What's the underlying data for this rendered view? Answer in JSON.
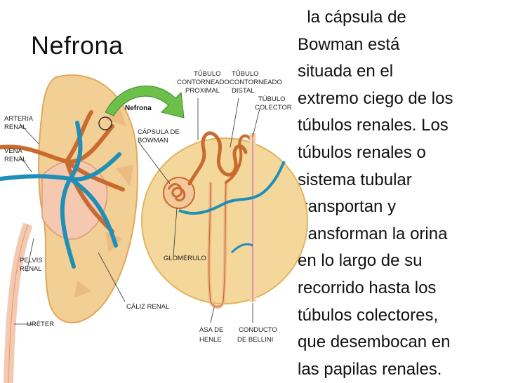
{
  "slide": {
    "title": "Nefrona",
    "body_lines": [
      "  la cápsula de",
      "Bowman está",
      "situada en el",
      "extremo ciego de los",
      "túbulos renales. Los",
      "túbulos renales o",
      "sistema tubular",
      "transportan y",
      "transforman la orina",
      "en lo largo de su",
      "recorrido hasta los",
      "túbulos colectores,",
      "que desembocan en",
      "las papilas renales."
    ]
  },
  "diagram": {
    "labels": {
      "nefrona": "Nefrona",
      "arteria_1": "ARTERIA",
      "arteria_2": "RENAL",
      "vena_1": "VENA",
      "vena_2": "RENAL",
      "pelvis_1": "PELVIS",
      "pelvis_2": "RENAL",
      "ureter": "URÉTER",
      "caliz": "CÁLIZ RENAL",
      "capsula_1": "CÁPSULA DE",
      "capsula_2": "BOWMAN",
      "glomerulo": "GLOMÉRULO",
      "tub_prox_1": "TÚBULO",
      "tub_prox_2": "CONTORNEADO",
      "tub_prox_3": "PROXIMAL",
      "tub_dist_1": "TÚBULO",
      "tub_dist_2": "CONTORNEADO",
      "tub_dist_3": "DISTAL",
      "colector_1": "TÚBULO",
      "colector_2": "COLECTOR",
      "asa_1": "ASA DE",
      "asa_2": "HENLE",
      "bellini_1": "CONDUCTO",
      "bellini_2": "DE BELLINI"
    },
    "colors": {
      "kidney_outer": "#f2cf95",
      "kidney_border": "#e0a85a",
      "pelvis": "#f4c9b0",
      "artery": "#c96a2e",
      "vein": "#1f8fb8",
      "arrow": "#6cc04a",
      "circle_bg": "#f4d79b"
    }
  }
}
